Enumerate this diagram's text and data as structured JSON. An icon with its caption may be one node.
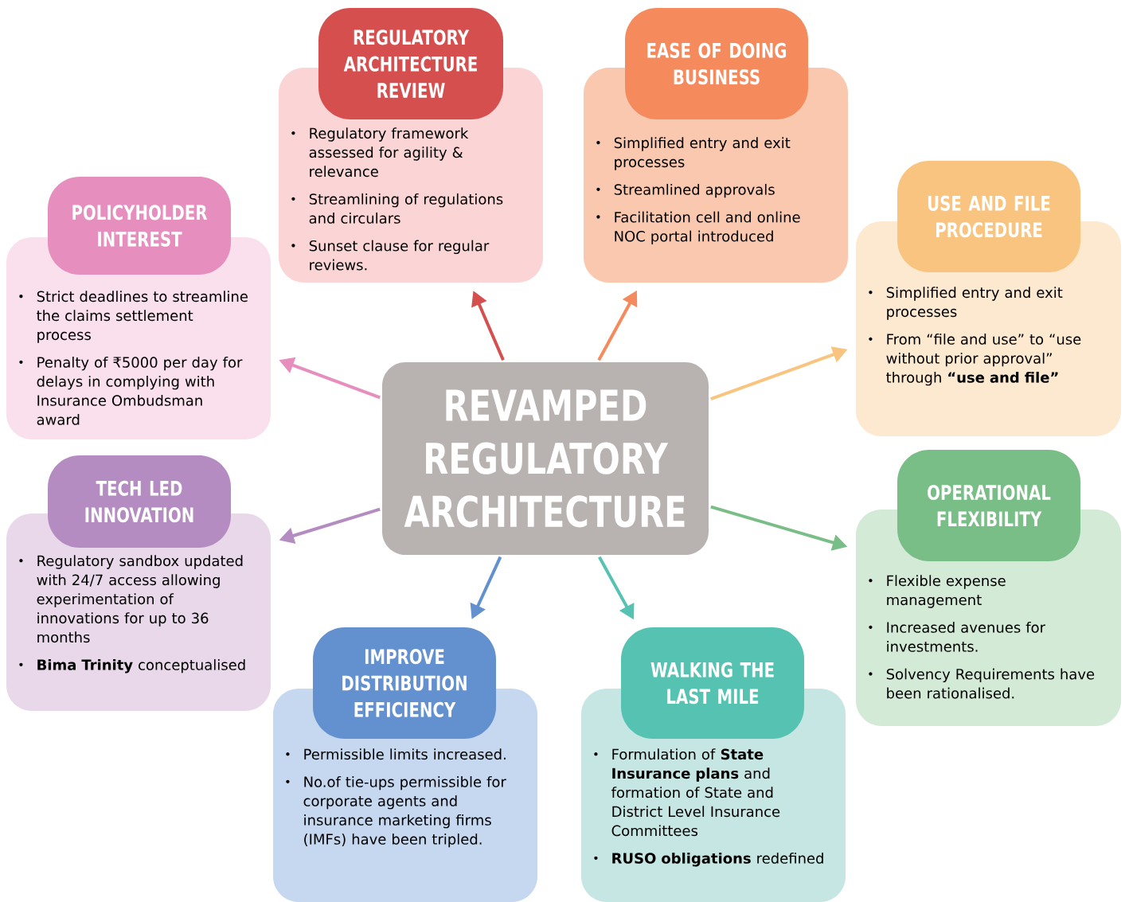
{
  "diagram": {
    "nodes": [
      {
        "text": [
          "REVAMPED REGULATORY ARCHITECTURE"
        ]
      },
      {
        "text": [
          "REGULATORY ARCHITECTURE REVIEW",
          "Regulatory framework assessed for agility & relevance",
          "Streamlining of regulations and circulars",
          "Sunset clause for regular reviews."
        ]
      },
      {
        "text": [
          "EASE OF DOING BUSINESS",
          "Simplified entry and exit processes",
          "Streamlined approvals",
          "Facilitation cell and online NOC portal introduced"
        ]
      },
      {
        "text": [
          "USE AND FILE PROCEDURE",
          "Simplified entry and exit processes",
          "From “file and use” to “use without prior approval” through **“use and file”**"
        ]
      },
      {
        "text": [
          "OPERATIONAL FLEXIBILITY",
          "Flexible expense management",
          "Increased avenues for investments.",
          "Solvency Requirements have been rationalised."
        ]
      },
      {
        "text": [
          "WALKING THE LAST MILE",
          "Formulation of **State Insurance plans** and formation of State and District Level Insurance Committees",
          "**RUSO obligations** redefined"
        ]
      },
      {
        "text": [
          "IMPROVE DISTRIBUTION EFFICIENCY",
          "Permissible limits increased.",
          "No.of tie-ups permissible for corporate agents and insurance marketing firms (IMFs) have been tripled."
        ]
      },
      {
        "text": [
          "TECH LED INNOVATION",
          "Regulatory sandbox updated with 24/7 access allowing experimentation of innovations for up to 36 months",
          "**Bima Trinity** conceptualised"
        ]
      },
      {
        "text": [
          "POLICYHOLDER INTEREST",
          "Strict deadlines to streamline the claims settlement process",
          "Penalty of ₹5000 per day for delays in complying with Insurance Ombudsman award"
        ]
      }
    ],
    "edges": [
      {
        "from": 0,
        "to": 1,
        "arrow": "to",
        "color": "#d64f4f"
      },
      {
        "from": 0,
        "to": 2,
        "arrow": "to",
        "color": "#f58a5d"
      },
      {
        "from": 0,
        "to": 3,
        "arrow": "to",
        "color": "#f8c47f"
      },
      {
        "from": 0,
        "to": 4,
        "arrow": "to",
        "color": "#79bd87"
      },
      {
        "from": 0,
        "to": 5,
        "arrow": "to",
        "color": "#56c2b2"
      },
      {
        "from": 0,
        "to": 6,
        "arrow": "to",
        "color": "#6390cf"
      },
      {
        "from": 0,
        "to": 7,
        "arrow": "to",
        "color": "#b48cc2"
      },
      {
        "from": 0,
        "to": 8,
        "arrow": "to",
        "color": "#e68ebd"
      }
    ]
  }
}
